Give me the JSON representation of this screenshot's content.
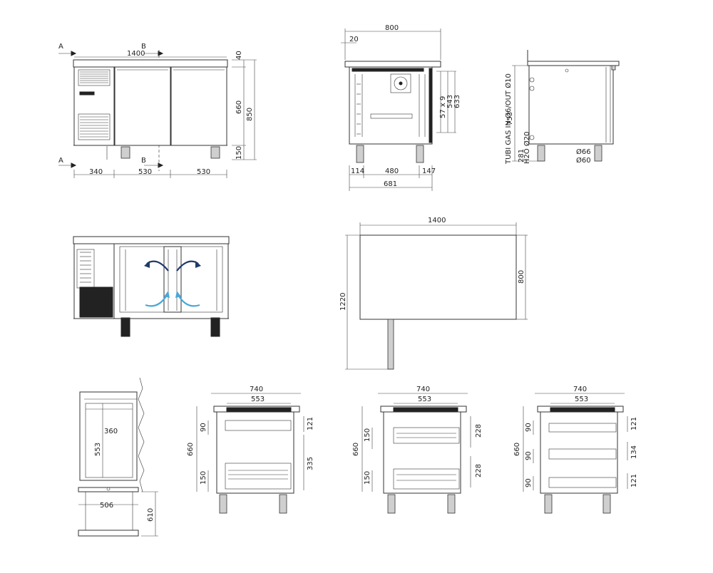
{
  "front_view": {
    "section_a": "A",
    "section_b": "B",
    "width": "1400",
    "top_thickness": "40",
    "door_height": "660",
    "total_height": "850",
    "leg_height": "150",
    "compartment": "340",
    "door_left": "530",
    "door_right": "530"
  },
  "side_section": {
    "depth": "800",
    "overhang": "20",
    "rail": "57 x 9",
    "inner_height": "543",
    "height_633": "633",
    "leg_left": "114",
    "inner_width": "480",
    "leg_right": "147",
    "base_width": "681"
  },
  "side_view": {
    "height": "753",
    "gas": "TUBI GAS IN Ø6/OUT Ø10",
    "drain_height": "281",
    "water": "H2O Ø20",
    "leg_outer": "Ø66",
    "leg_inner": "Ø60"
  },
  "top_view": {
    "width": "1400",
    "depth": "800",
    "depth_total": "1220"
  },
  "tray_section": {
    "width": "360",
    "depth": "553",
    "inner_width": "506",
    "height": "610"
  },
  "drawer_views": [
    {
      "outer": "740",
      "inner": "553",
      "h1": "90",
      "h2": "150",
      "total": "660",
      "r1": "121",
      "r2": "335"
    },
    {
      "outer": "740",
      "inner": "553",
      "h1": "150",
      "h2": "150",
      "total": "660",
      "r1": "228",
      "r2": "228"
    },
    {
      "outer": "740",
      "inner": "553",
      "h1": "90",
      "h2": "90",
      "h3": "90",
      "total": "660",
      "r1": "121",
      "r2": "134",
      "r3": "121"
    }
  ]
}
